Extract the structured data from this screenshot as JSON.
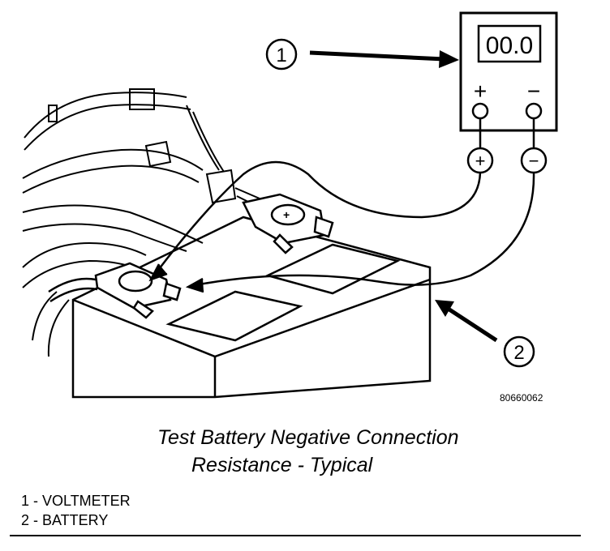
{
  "meter": {
    "display": "00.0",
    "plus_label": "+",
    "minus_label": "−"
  },
  "probes": {
    "positive": "+",
    "negative": "−"
  },
  "battery_terminal_sign": "+",
  "callouts": [
    {
      "number": "1"
    },
    {
      "number": "2"
    }
  ],
  "figure_id": "80660062",
  "caption": {
    "line1": "Test Battery Negative Connection",
    "line2": "Resistance - Typical"
  },
  "legend": [
    "1 - VOLTMETER",
    "2 - BATTERY"
  ]
}
